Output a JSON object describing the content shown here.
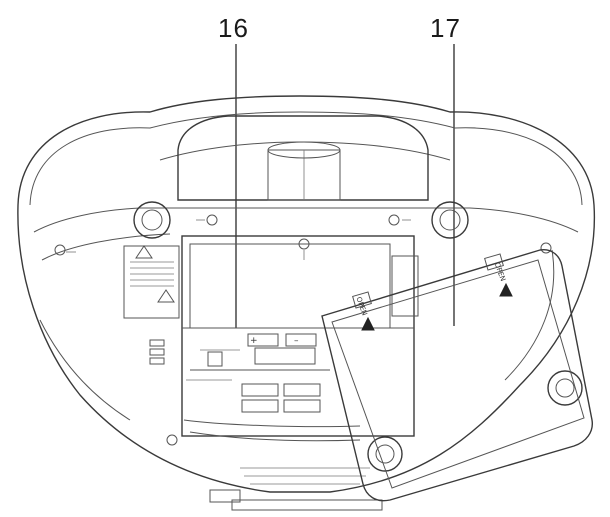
{
  "callouts": {
    "item_16": "16",
    "item_17": "17"
  },
  "door_labels": {
    "open_left": "OPEN",
    "open_right": "OPEN"
  },
  "battery_markings": {
    "plus": "+",
    "minus": "–"
  }
}
